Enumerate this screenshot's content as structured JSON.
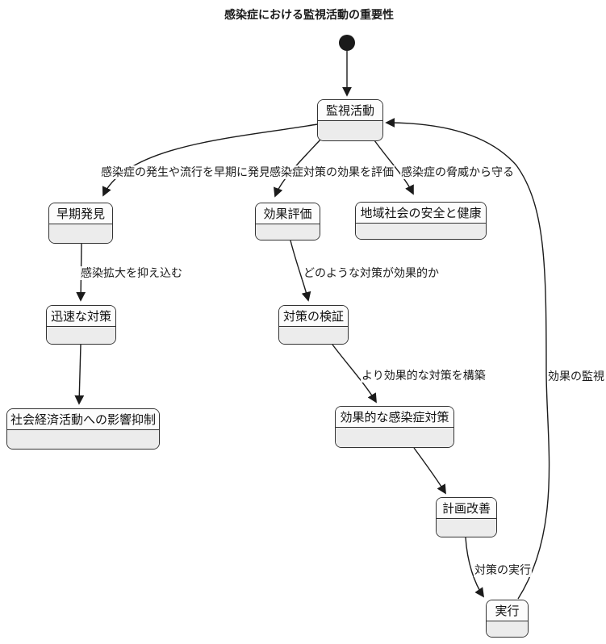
{
  "diagram": {
    "title": "感染症における監視活動の重要性",
    "type": "state-diagram",
    "colors": {
      "background": "#ffffff",
      "node_border": "#333333",
      "node_title_fill": "#fcfcfc",
      "node_body_fill": "#ececec",
      "edge_stroke": "#1b1b1b",
      "initial_state_fill": "#1a1a1a",
      "text": "#1a1a1a"
    },
    "nodes": {
      "surveillance": {
        "label": "監視活動"
      },
      "early_detection": {
        "label": "早期発見"
      },
      "effect_evaluation": {
        "label": "効果評価"
      },
      "community_safety": {
        "label": "地域社会の安全と健康"
      },
      "rapid_response": {
        "label": "迅速な対策"
      },
      "socioeconomic_impact": {
        "label": "社会経済活動への影響抑制"
      },
      "measure_verification": {
        "label": "対策の検証"
      },
      "effective_measures": {
        "label": "効果的な感染症対策"
      },
      "plan_improvement": {
        "label": "計画改善"
      },
      "execution": {
        "label": "実行"
      }
    },
    "edges": {
      "start_to_surveillance": {
        "label": ""
      },
      "surveillance_to_early_detection": {
        "label": "感染症の発生や流行を早期に発見"
      },
      "surveillance_to_effect_evaluation": {
        "label": "感染症対策の効果を評価"
      },
      "surveillance_to_community_safety": {
        "label": "感染症の脅威から守る"
      },
      "early_detection_to_rapid_response": {
        "label": "感染拡大を抑え込む"
      },
      "rapid_response_to_socioeconomic_impact": {
        "label": ""
      },
      "effect_evaluation_to_measure_verification": {
        "label": "どのような対策が効果的か"
      },
      "measure_verification_to_effective_measures": {
        "label": "より効果的な対策を構築"
      },
      "effective_measures_to_plan_improvement": {
        "label": ""
      },
      "plan_improvement_to_execution": {
        "label": "対策の実行"
      },
      "execution_to_surveillance": {
        "label": "効果の監視"
      }
    }
  }
}
